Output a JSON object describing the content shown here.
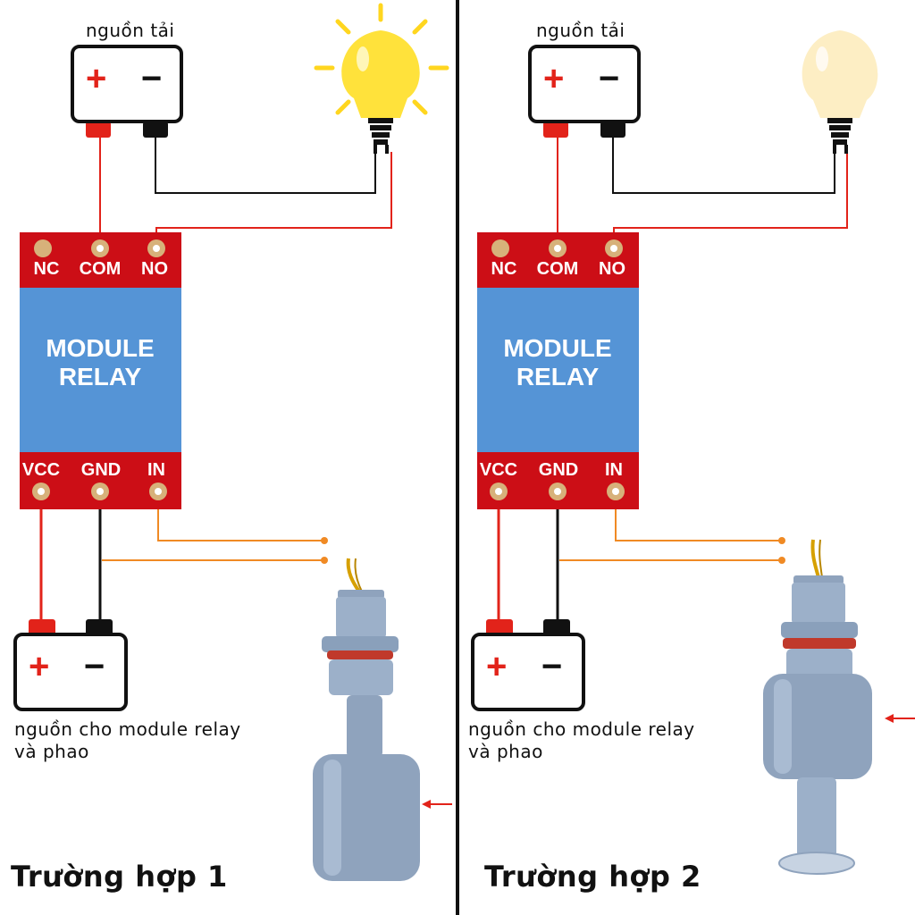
{
  "load_power": {
    "label": "nguồn tải"
  },
  "battery_signs": {
    "plus": "+",
    "minus": "−"
  },
  "relay": {
    "title_line1": "MODULE",
    "title_line2": "RELAY",
    "top_pins": [
      "NC",
      "COM",
      "NO"
    ],
    "bottom_pins": [
      "VCC",
      "GND",
      "IN"
    ]
  },
  "module_power": {
    "label_line1": "nguồn cho module relay",
    "label_line2": "và phao"
  },
  "cases": [
    {
      "title": "Trường hợp 1",
      "lamp_state": "on",
      "float_state": "down"
    },
    {
      "title": "Trường hợp 2",
      "lamp_state": "off",
      "float_state": "up"
    }
  ],
  "colors": {
    "relay_red": "#cc0e16",
    "relay_blue": "#5594d6",
    "wire_red": "#e2231a",
    "wire_black": "#111111",
    "wire_orange": "#f08a24",
    "bulb_on": "#ffe23b",
    "bulb_off": "#fdeec4",
    "float_body": "#8fa3bd"
  }
}
